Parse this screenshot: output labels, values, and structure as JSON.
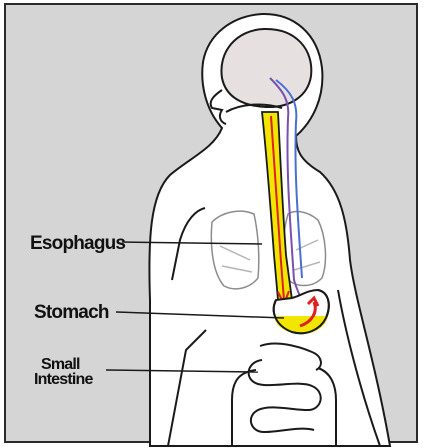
{
  "labels": {
    "esophagus": "Esophagus",
    "stomach": "Stomach",
    "small_line1": "Small",
    "small_line2": "Intestine"
  },
  "colors": {
    "background": "#d5d5d5",
    "body_fill": "#ffffff",
    "outline": "#1a1a1a",
    "brain": "#e6e0e0",
    "esophagus_fill": "#f2e600",
    "stomach_contents": "#f2e600",
    "food_arrow": "#e02020",
    "nerve_purple": "#7a4fb0",
    "nerve_blue": "#4a6fd0"
  }
}
